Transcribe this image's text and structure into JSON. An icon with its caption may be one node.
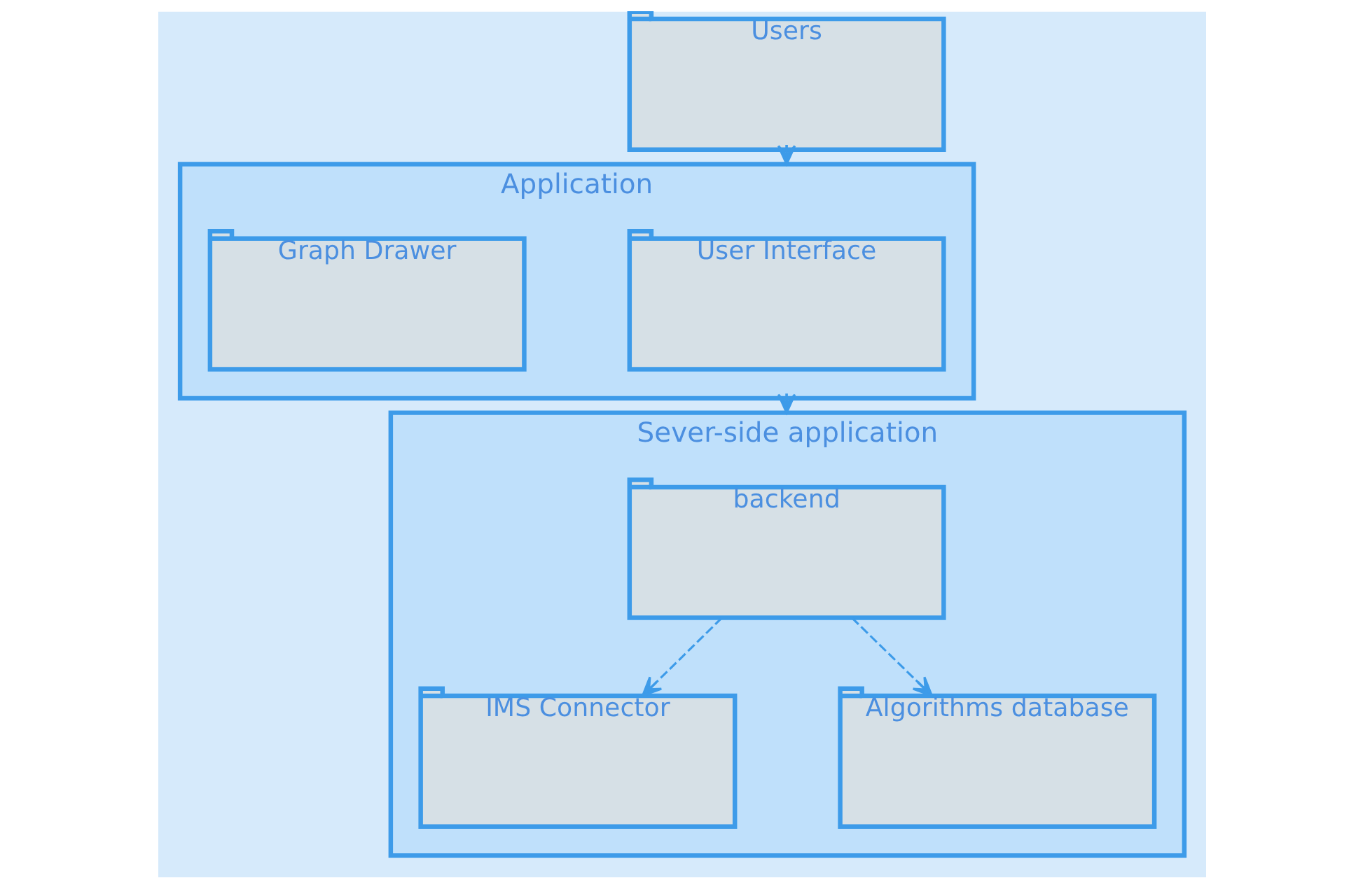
{
  "diagram": {
    "nodes": [
      {
        "text": [
          "Users"
        ]
      },
      {
        "text": [
          "Application"
        ]
      },
      {
        "text": [
          "User Interface"
        ],
        "in": 1
      },
      {
        "text": [
          "Graph Drawer"
        ],
        "in": 1
      },
      {
        "text": [
          "Sever-side application"
        ]
      },
      {
        "text": [
          "backend"
        ],
        "in": 4
      },
      {
        "text": [
          "IMS Connector"
        ],
        "in": 4
      },
      {
        "text": [
          "Algorithms database"
        ],
        "in": 4
      }
    ],
    "edges": [
      {
        "from": 0,
        "to": 1,
        "arrow": "to",
        "style": "dashed"
      },
      {
        "from": 1,
        "to": 4,
        "arrow": "to",
        "style": "dashed"
      },
      {
        "from": 5,
        "to": 6,
        "arrow": "to",
        "style": "dashed"
      },
      {
        "from": 5,
        "to": 7,
        "arrow": "to",
        "style": "dashed"
      }
    ]
  }
}
